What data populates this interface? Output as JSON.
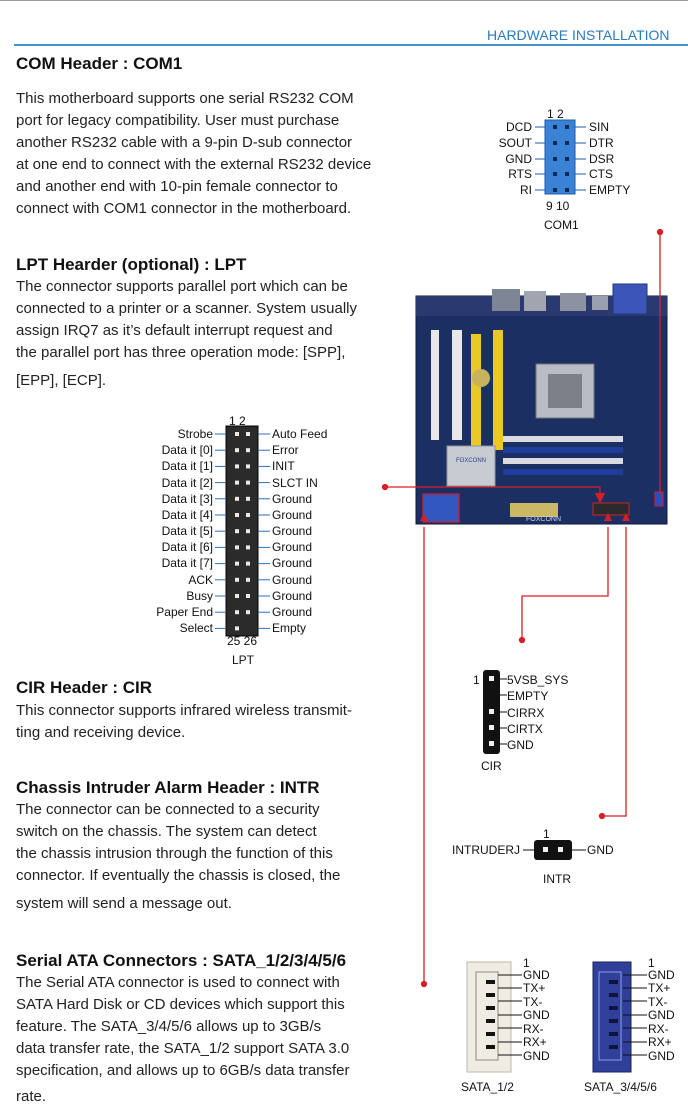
{
  "header": {
    "section_title": "HARDWARE INSTALLATION"
  },
  "com": {
    "title": "COM Header : COM1",
    "lines": [
      "This motherboard supports one serial RS232 COM",
      "port for legacy compatibility. User must purchase",
      "another RS232 cable with a 9-pin D-sub connector",
      "at one end to connect with the external RS232 device",
      "and another end with 10-pin female connector to",
      "connect with COM1 connector in the motherboard."
    ],
    "pin_top": "1  2",
    "pin_bottom": "9  10",
    "caption": "COM1",
    "left_pins": [
      "DCD",
      "SOUT",
      "GND",
      "RTS",
      "RI"
    ],
    "right_pins": [
      "SIN",
      "DTR",
      "DSR",
      "CTS",
      "EMPTY"
    ]
  },
  "lpt": {
    "title": "LPT Hearder (optional) : LPT",
    "lines": [
      "The connector supports parallel port which can be",
      "connected to a printer or a scanner. System usually",
      "assign IRQ7 as it’s default interrupt request and",
      "the parallel port has three operation mode: [SPP],",
      "[EPP], [ECP]."
    ],
    "pin_top": "1  2",
    "pin_bottom": "25 26",
    "caption": "LPT",
    "left_pins": [
      "Strobe",
      "Data it [0]",
      "Data it [1]",
      "Data it [2]",
      "Data it [3]",
      "Data it [4]",
      "Data it [5]",
      "Data it [6]",
      "Data it [7]",
      "ACK",
      "Busy",
      "Paper End",
      "Select"
    ],
    "right_pins": [
      "Auto Feed",
      "Error",
      "INIT",
      "SLCT IN",
      "Ground",
      "Ground",
      "Ground",
      "Ground",
      "Ground",
      "Ground",
      "Ground",
      "Ground",
      "Empty"
    ]
  },
  "cir": {
    "title": "CIR Header : CIR",
    "lines": [
      "This connector supports infrared wireless transmit-",
      "ting and receiving device."
    ],
    "pin_one": "1",
    "caption": "CIR",
    "pins": [
      "5VSB_SYS",
      "EMPTY",
      "CIRRX",
      "CIRTX",
      "GND"
    ]
  },
  "intr": {
    "title": "Chassis Intruder Alarm Header : INTR",
    "lines": [
      "The connector can be connected to a security",
      "switch on the chassis. The system can detect",
      "the chassis intrusion through the function of this",
      "connector. If eventually the chassis is closed, the",
      "system will send a message out."
    ],
    "pin_one": "1",
    "left_label": "INTRUDERJ",
    "right_label": "GND",
    "caption": "INTR"
  },
  "sata": {
    "title": "Serial ATA Connectors : SATA_1/2/3/4/5/6",
    "lines": [
      "The Serial ATA connector is used to connect with",
      "SATA Hard Disk or CD devices which support this",
      "feature. The SATA_3/4/5/6 allows up to 3GB/s",
      "data transfer rate, the SATA_1/2 support SATA 3.0",
      "specification, and allows up to 6GB/s data transfer",
      "rate."
    ],
    "pin_one": "1",
    "pins": [
      "GND",
      "TX+",
      "TX-",
      "GND",
      "RX-",
      "RX+",
      "GND"
    ],
    "caption_a": "SATA_1/2",
    "caption_b": "SATA_3/4/5/6"
  },
  "board": {
    "brand": "FOXCONN"
  },
  "colors": {
    "accent": "#4a90c9",
    "header_text": "#2a7bbf",
    "com_pin": "#3a82d6",
    "pointer": "#d61f26",
    "board": "#1c2f63",
    "sata_blue": "#2f3f9a",
    "sata_white": "#efece3"
  }
}
